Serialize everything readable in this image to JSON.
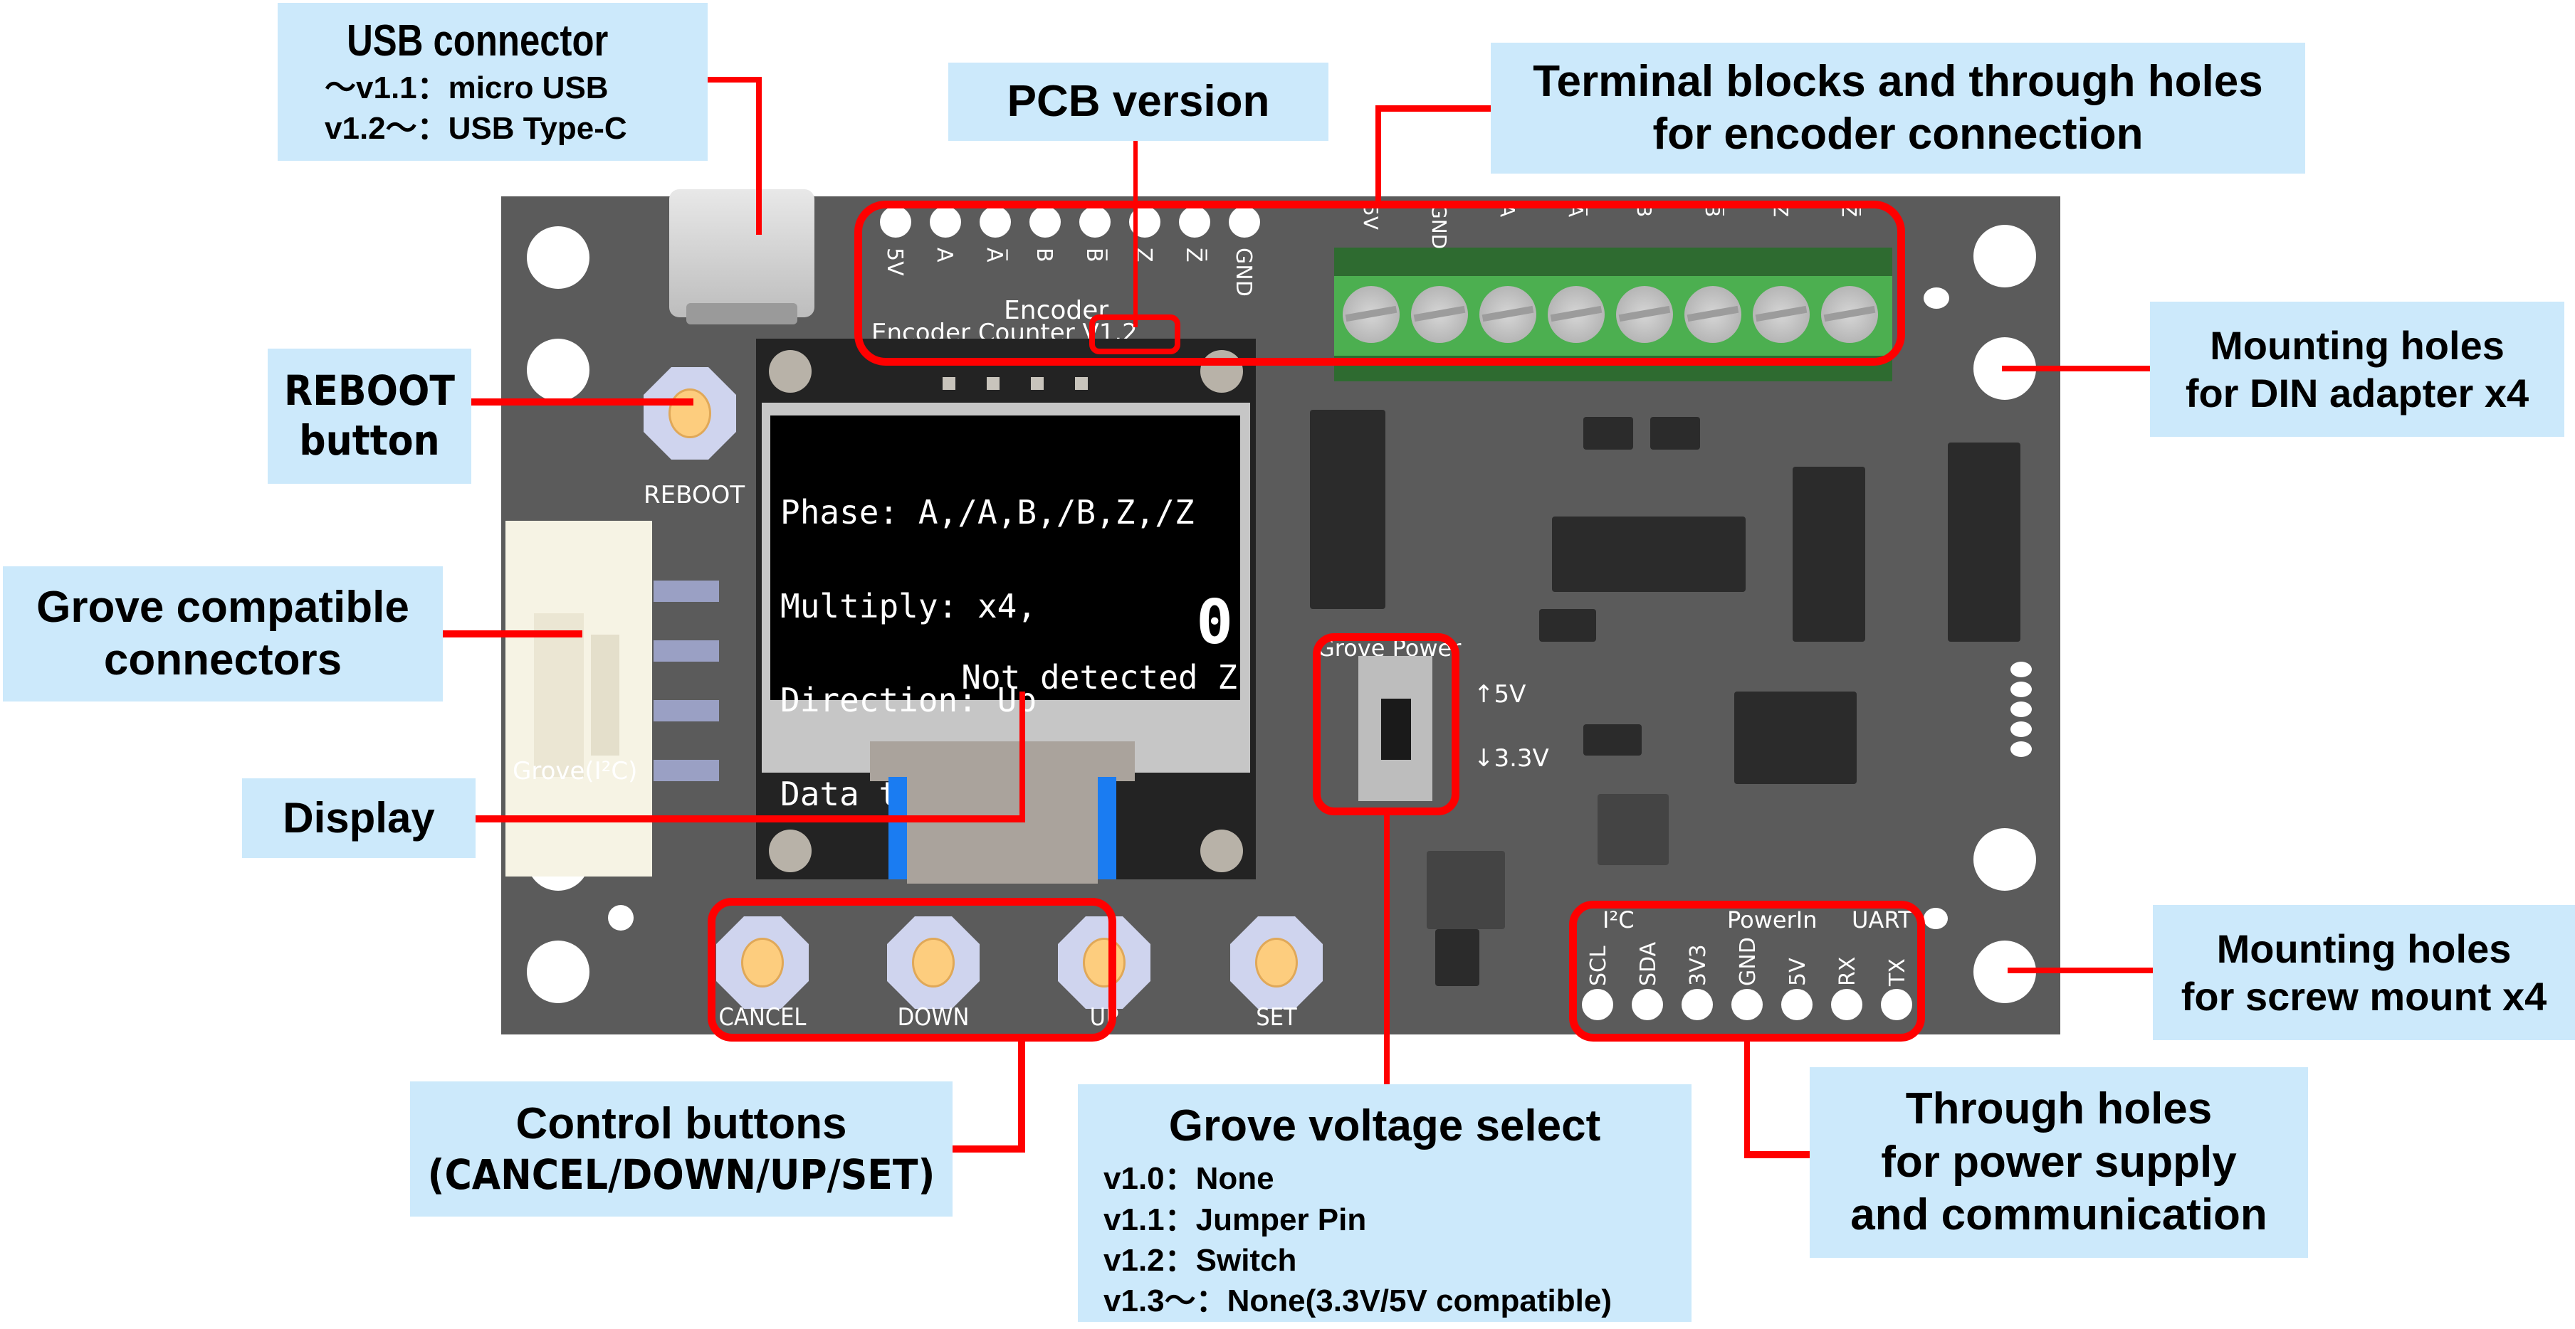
{
  "callouts": {
    "usb": {
      "title": "USB connector",
      "lines": [
        "～v1.1：micro USB",
        "v1.2～：USB Type-C"
      ]
    },
    "pcb_version": {
      "title": "PCB version"
    },
    "terminal": {
      "title_line1": "Terminal blocks and through holes",
      "title_line2": "for encoder connection"
    },
    "reboot": {
      "title_line1": "REBOOT",
      "title_line2": "button"
    },
    "grove": {
      "title_line1": "Grove compatible",
      "title_line2": "connectors"
    },
    "display": {
      "title": "Display"
    },
    "din": {
      "title_line1": "Mounting holes",
      "title_line2": "for DIN adapter x4"
    },
    "screw": {
      "title_line1": "Mounting holes",
      "title_line2": "for screw mount x4"
    },
    "control": {
      "title_line1": "Control buttons",
      "title_line2": "(CANCEL/DOWN/UP/SET)"
    },
    "grove_voltage": {
      "title": "Grove voltage select",
      "lines": [
        "v1.0：None",
        "v1.1：Jumper Pin",
        "v1.2：Switch",
        "v1.3～：None(3.3V/5V compatible)"
      ]
    },
    "through_holes": {
      "title_line1": "Through holes",
      "title_line2": "for power supply",
      "title_line3": "and communication"
    }
  },
  "pcb": {
    "encoder_header_pins": [
      "5V",
      "A",
      "A̅",
      "B",
      "B̅",
      "Z",
      "Z̅",
      "GND"
    ],
    "encoder_header_label": "Encoder",
    "board_name": "Encoder Counter V1.2",
    "terminal_block_pins": [
      "5V",
      "GND",
      "A",
      "A̅",
      "B",
      "B̅",
      "Z",
      "Z̅"
    ],
    "reboot_label": "REBOOT",
    "grove_label": "Grove(I²C)",
    "grove_power_label": "Grove Power",
    "switch_up_label": "↑5V",
    "switch_down_label": "↓3.3V",
    "buttons": [
      "CANCEL",
      "DOWN",
      "UP",
      "SET"
    ],
    "io_groups": [
      {
        "name": "I²C",
        "pins": [
          "SCL",
          "SDA"
        ]
      },
      {
        "name": "PowerIn",
        "pins": [
          "3V3",
          "GND",
          "5V"
        ]
      },
      {
        "name": "UART",
        "pins": [
          "RX",
          "TX"
        ]
      }
    ]
  },
  "oled": {
    "lines": [
      "Phase: A,/A,B,/B,Z,/Z",
      "Multiply: x4,",
      "Direction: Up",
      "Data type: int32"
    ],
    "count": "0",
    "status": "Not detected Z"
  },
  "colors": {
    "callout_bg": "#cce9fb",
    "leader": "#ff0000",
    "pcb": "#5b5b5b",
    "terminal_green": "#4caf50",
    "button_cap": "#fdcd7e"
  }
}
